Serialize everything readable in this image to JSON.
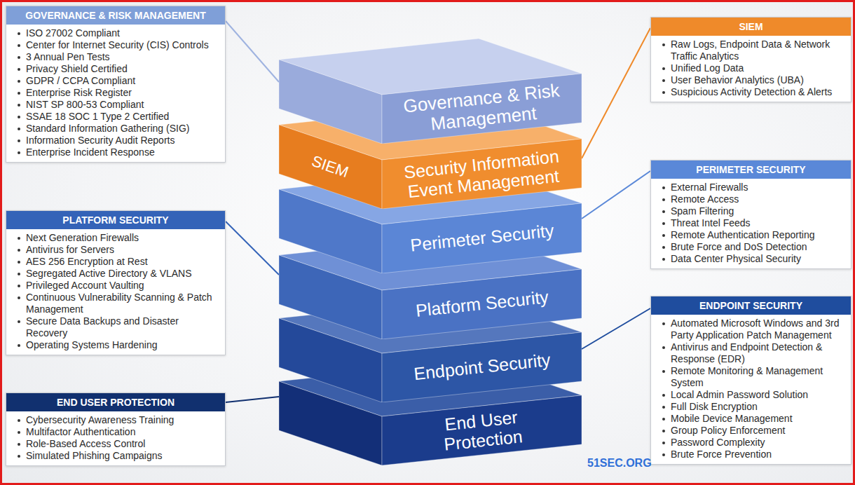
{
  "diagram": {
    "nodes": [
      {
        "text": [
          "GOVERNANCE & RISK MANAGEMENT",
          "ISO 27002 Compliant",
          "Center for Internet Security (CIS) Controls",
          "3 Annual Pen Tests",
          "Privacy Shield Certified",
          "GDPR / CCPA Compliant",
          "Enterprise Risk Register",
          "NIST SP 800-53 Compliant",
          "SSAE 18 SOC 1 Type 2 Certified",
          "Standard Information Gathering (SIG)",
          "Information Security Audit Reports",
          "Enterprise Incident Response"
        ]
      },
      {
        "text": [
          "SIEM",
          "Raw Logs, Endpoint Data & Network Traffic Analytics",
          "Unified Log Data",
          "User Behavior Analytics (UBA)",
          "Suspicious Activity Detection & Alerts"
        ]
      },
      {
        "text": [
          "Governance & Risk Management"
        ]
      },
      {
        "text": [
          "SIEM",
          "Security Information Event Management"
        ]
      },
      {
        "text": [
          "PERIMETER SECURITY",
          "External Firewalls",
          "Remote Access",
          "Spam Filtering",
          "Threat Intel Feeds",
          "Remote Authentication Reporting",
          "Brute Force and DoS Detection",
          "Data Center Physical Security"
        ]
      },
      {
        "text": [
          "Perimeter Security"
        ]
      },
      {
        "text": [
          "PLATFORM SECURITY",
          "Next Generation Firewalls",
          "Antivirus for Servers",
          "AES 256 Encryption at Rest",
          "Segregated Active Directory & VLANS",
          "Privileged Account Vaulting",
          "Continuous Vulnerability Scanning & Patch Management",
          "Secure Data Backups and Disaster Recovery",
          "Operating Systems Hardening"
        ]
      },
      {
        "text": [
          "Platform Security"
        ]
      },
      {
        "text": [
          "ENDPOINT SECURITY",
          "Automated Microsoft Windows and 3rd Party Application Patch Management",
          "Antivirus and Endpoint Detection & Response (EDR)",
          "Remote Monitoring & Management System",
          "Local Admin Password Solution",
          "Full Disk Encryption",
          "Mobile Device Management",
          "Group Policy Enforcement",
          "Password Complexity",
          "Brute Force Prevention"
        ]
      },
      {
        "text": [
          "Endpoint Security"
        ]
      },
      {
        "text": [
          "END USER PROTECTION",
          "Cybersecurity Awareness Training",
          "Multifactor Authentication",
          "Role-Based Access Control",
          "Simulated Phishing Campaigns"
        ]
      },
      {
        "text": [
          "End User Protection"
        ]
      }
    ],
    "edges": [
      {
        "from": 0,
        "to": 2,
        "arrow": "none"
      },
      {
        "from": 1,
        "to": 3,
        "arrow": "none"
      },
      {
        "from": 4,
        "to": 5,
        "arrow": "none"
      },
      {
        "from": 6,
        "to": 7,
        "arrow": "none"
      },
      {
        "from": 8,
        "to": 9,
        "arrow": "none"
      },
      {
        "from": 10,
        "to": 11,
        "arrow": "none"
      }
    ],
    "labels": [
      "51SEC.ORG"
    ]
  }
}
